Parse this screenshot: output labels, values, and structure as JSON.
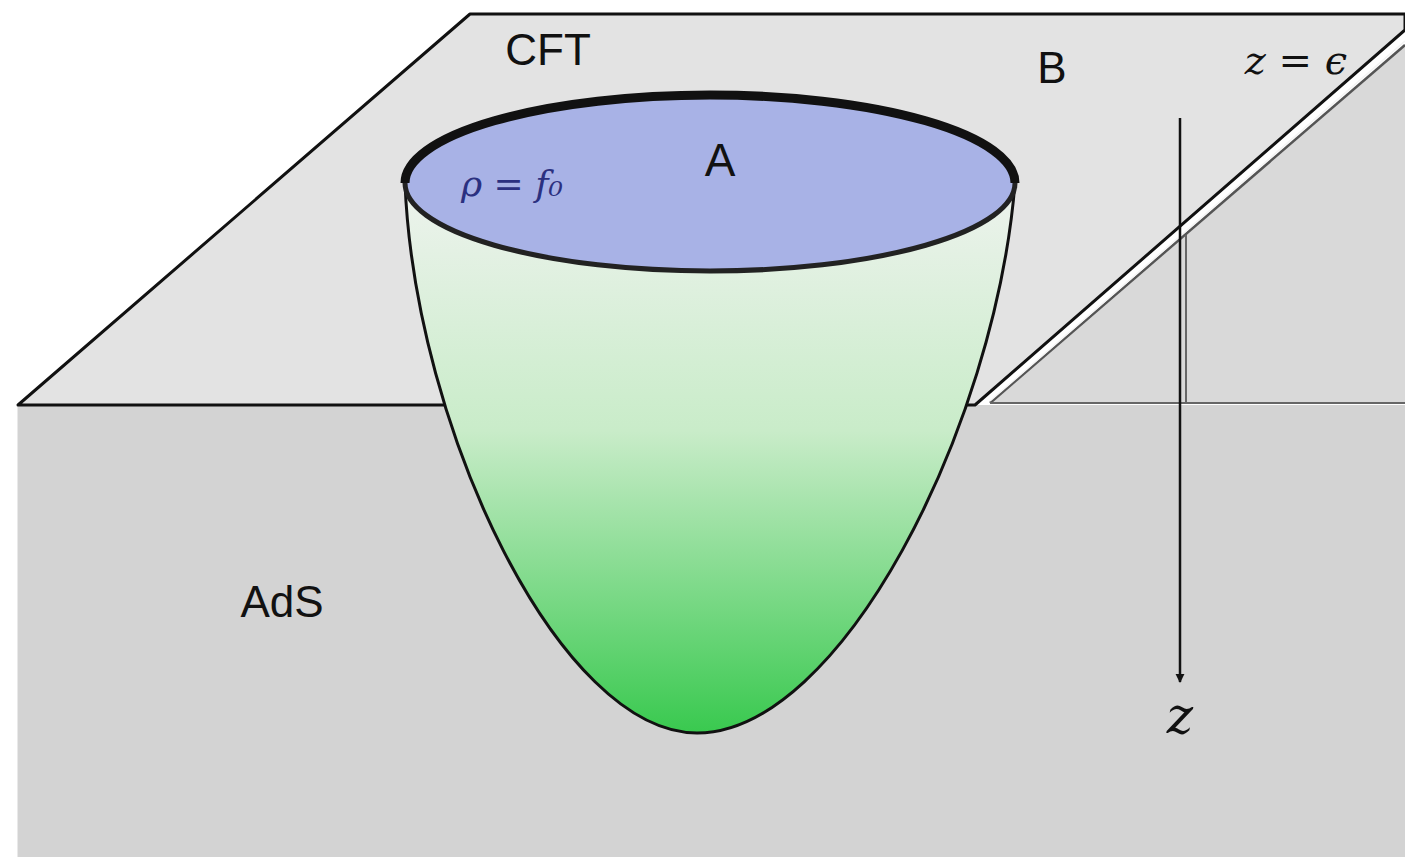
{
  "diagram": {
    "nodes": [
      {
        "text": [
          "CFT",
          "B"
        ]
      },
      {
        "text": [
          "A",
          "ρ = f₀"
        ],
        "in": 0
      }
    ],
    "labels": [
      "AdS",
      "z = ϵ",
      "z"
    ]
  }
}
